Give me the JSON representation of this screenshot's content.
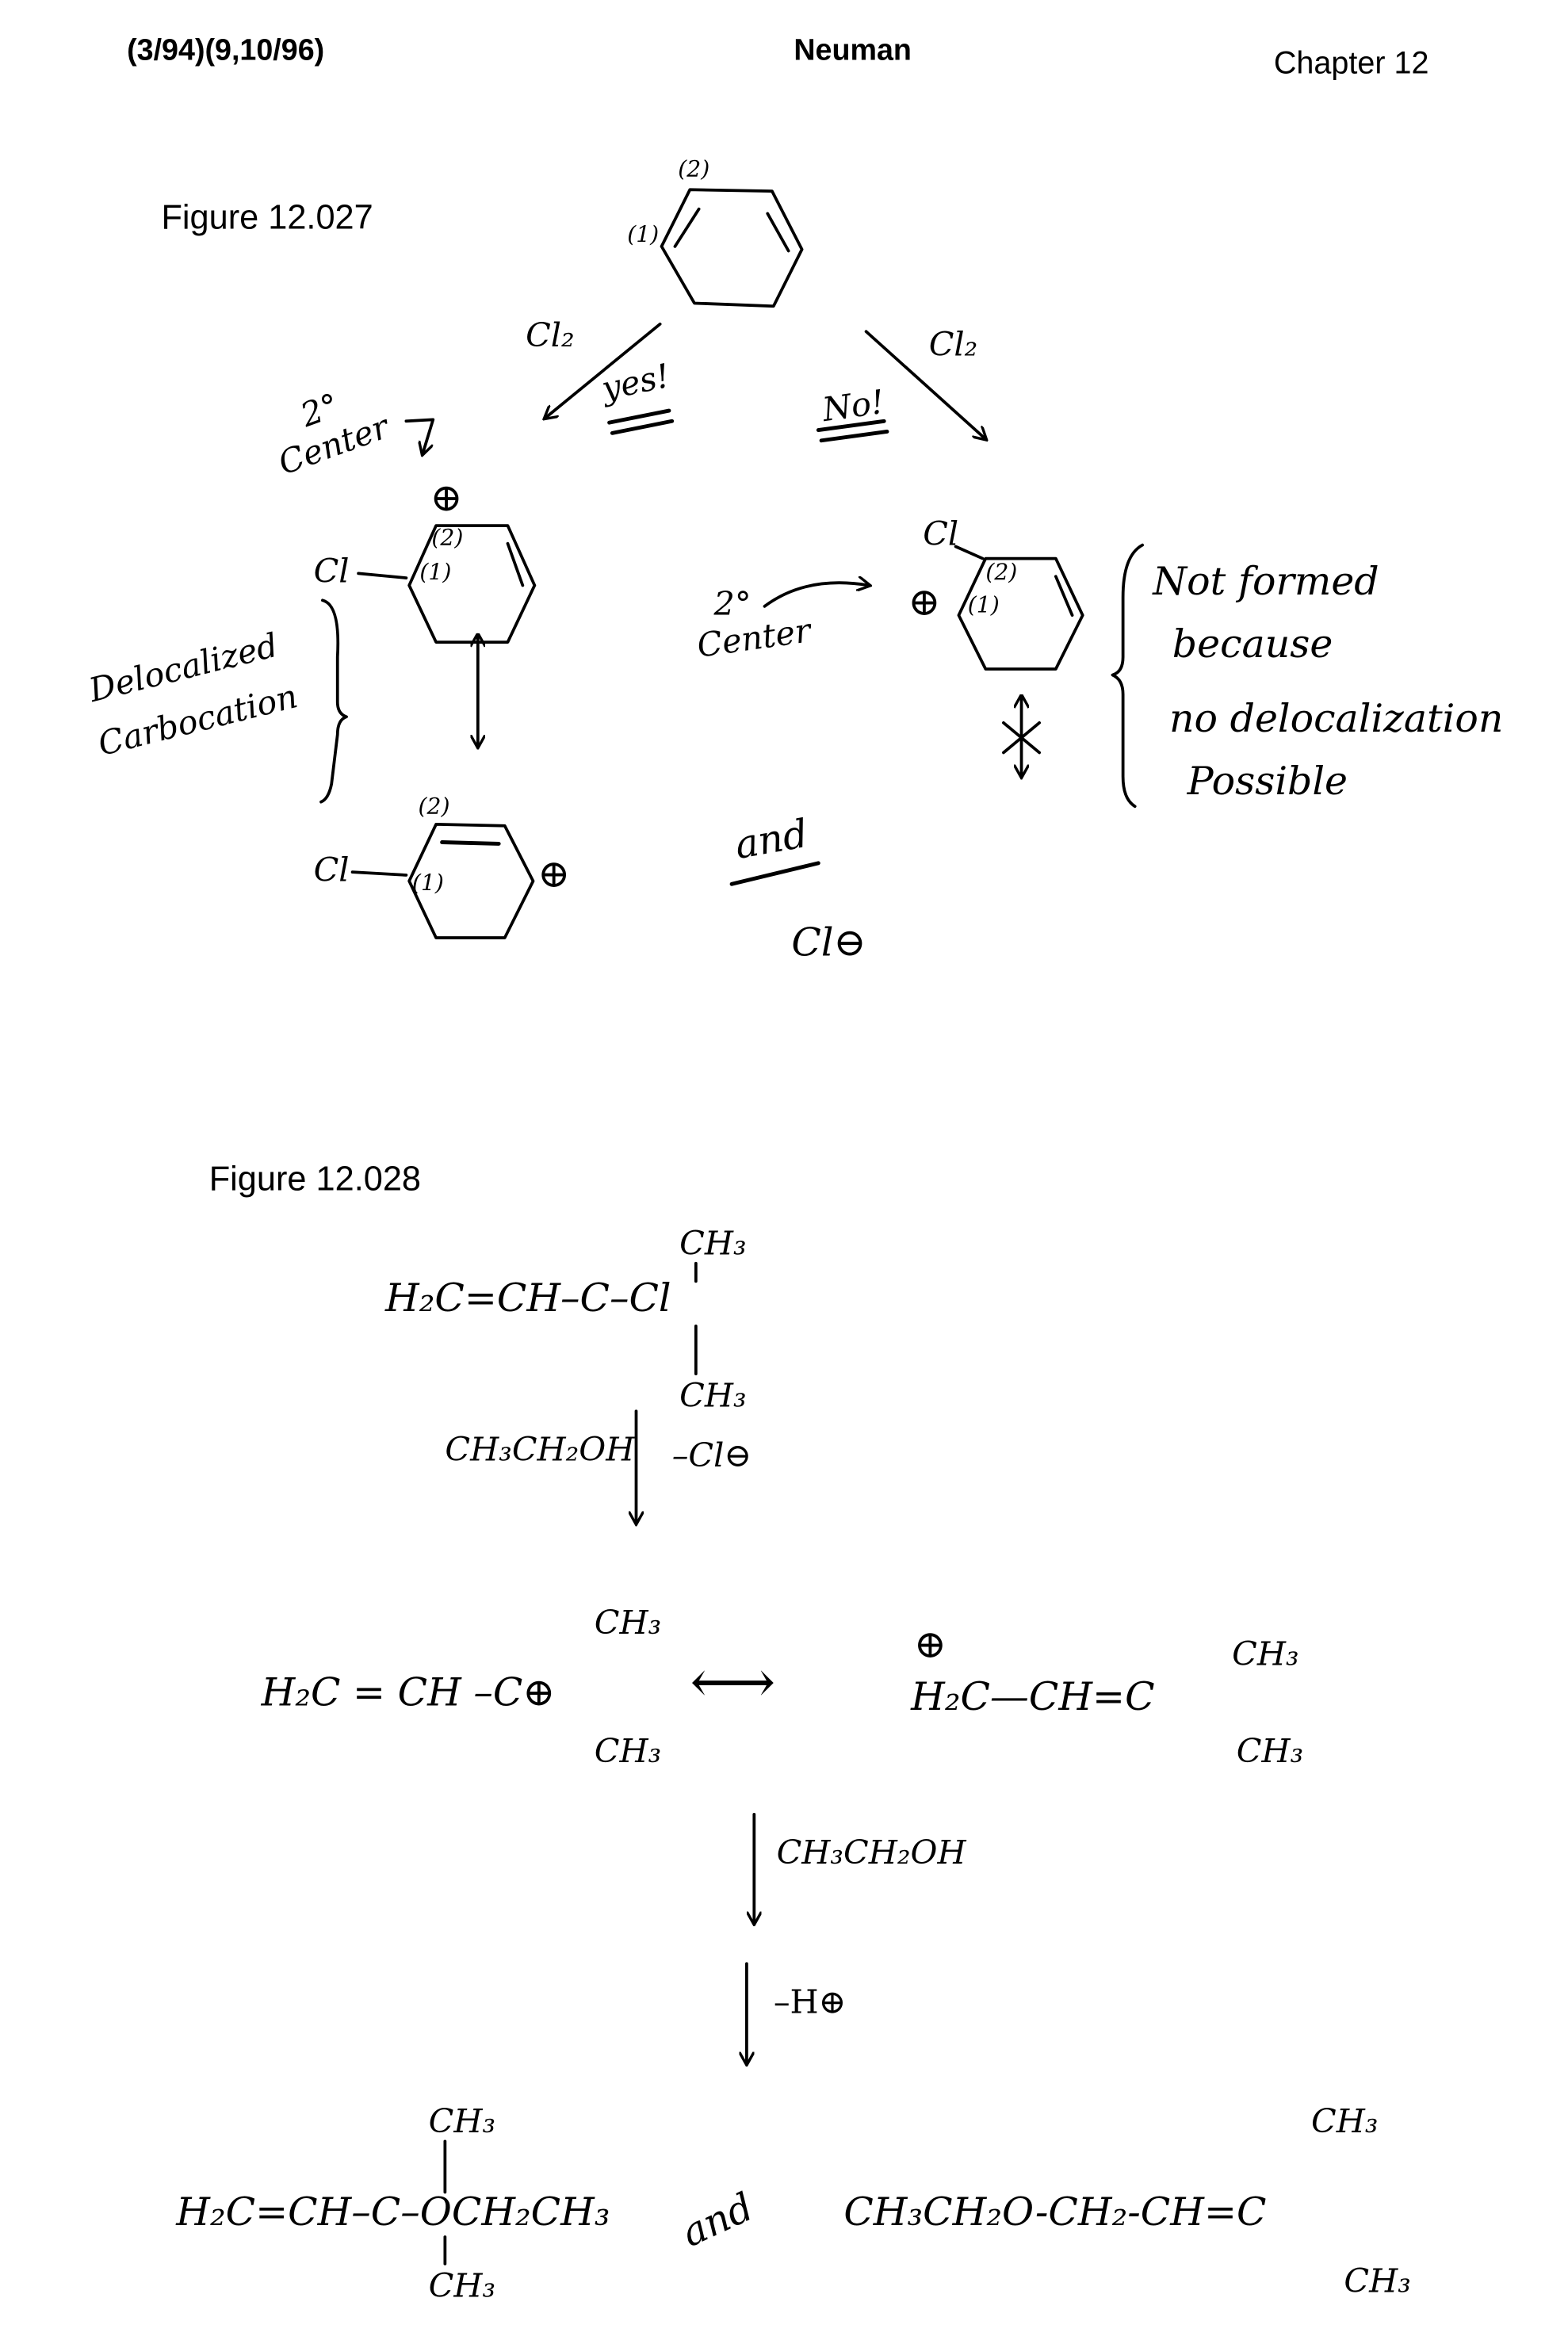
{
  "header": {
    "dates": "(3/94)(9,10/96)",
    "author": "Neuman",
    "chapter": "Chapter 12"
  },
  "figure_027": {
    "title": "Figure 12.027",
    "start_labels": {
      "pos2": "(2)",
      "pos1": "(1)"
    },
    "left_reagent": "Cl₂",
    "left_verdict": "yes!",
    "right_reagent": "Cl₂",
    "right_verdict": "No!",
    "left_center_label": {
      "line1": "2°",
      "line2": "Center"
    },
    "ring1": {
      "cl": "Cl",
      "charge": "⊕",
      "pos2": "(2)",
      "pos1": "(1)"
    },
    "ring2": {
      "cl": "Cl",
      "charge": "⊕",
      "pos2": "(2)",
      "pos1": "(1)"
    },
    "delocalized_label": {
      "line1": "Delocalized",
      "line2": "Carbocation"
    },
    "and_label": "and",
    "chloride": "Cl⊖",
    "right_center_label": {
      "line1": "2°",
      "line2": "Center"
    },
    "ring3": {
      "cl": "Cl",
      "charge": "⊕",
      "pos2": "(2)",
      "pos1": "(1)"
    },
    "not_formed_note": [
      "Not formed",
      "because",
      "no delocalization",
      "Possible"
    ]
  },
  "figure_028": {
    "title": "Figure 12.028",
    "reactant": {
      "main": "H₂C=CH–C–Cl",
      "top": "CH₃",
      "bottom": "CH₃"
    },
    "step1": {
      "solvent": "CH₃CH₂OH",
      "loss": "–Cl⊖"
    },
    "cation_a": {
      "main": "H₂C = CH –C⊕",
      "top": "CH₃",
      "bottom": "CH₃"
    },
    "resonance_arrow": "⟷",
    "cation_b": {
      "charge": "⊕",
      "main": "H₂C—CH=C",
      "top": "CH₃",
      "bottom": "CH₃"
    },
    "step2": {
      "reagent": "CH₃CH₂OH"
    },
    "step3": {
      "loss": "–H⊕"
    },
    "product_a": {
      "main": "H₂C=CH–C–OCH₂CH₃",
      "top": "CH₃",
      "bottom": "CH₃"
    },
    "and_label": "and",
    "product_b": {
      "main": "CH₃CH₂O-CH₂-CH=C",
      "top": "CH₃",
      "bottom": "CH₃"
    }
  }
}
